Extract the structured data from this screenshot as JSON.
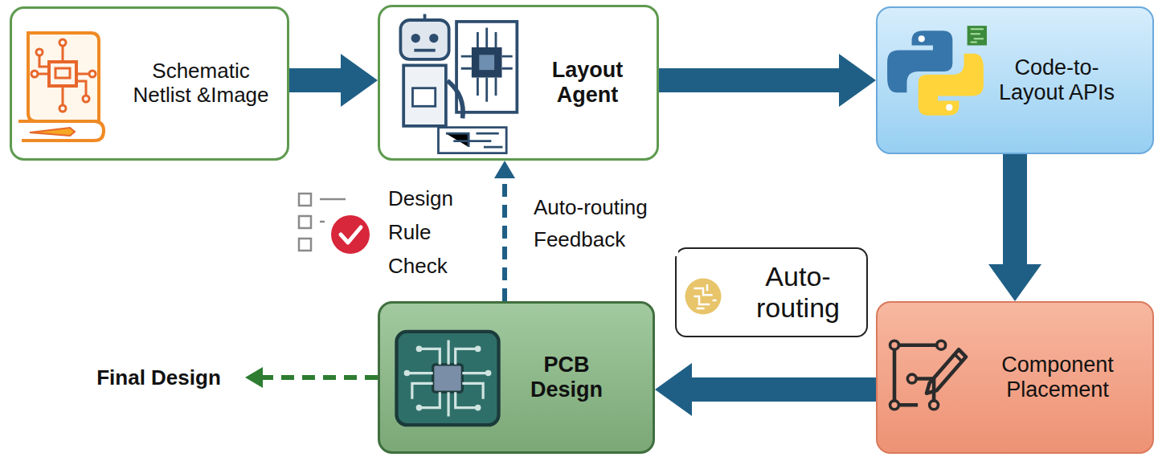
{
  "diagram": {
    "nodes": [
      {
        "text": [
          "Schematic Netlist &Image"
        ]
      },
      {
        "text": [
          "Layout Agent"
        ]
      },
      {
        "text": [
          "Code-to-Layout APIs"
        ]
      },
      {
        "text": [
          "Component Placement"
        ]
      },
      {
        "text": [
          "PCB Design"
        ]
      },
      {
        "text": [
          "Auto-routing"
        ]
      },
      {
        "text": [
          "Final Design"
        ]
      }
    ],
    "edges": [
      {
        "from": 0,
        "to": 1,
        "arrow": "to"
      },
      {
        "from": 1,
        "to": 2,
        "arrow": "to"
      },
      {
        "from": 2,
        "to": 3,
        "arrow": "to"
      },
      {
        "from": 3,
        "to": 4,
        "arrow": "to"
      },
      {
        "from": 4,
        "to": 1,
        "label": "Auto-routing Feedback",
        "arrow": "to"
      },
      {
        "from": 4,
        "to": 6,
        "arrow": "to"
      }
    ],
    "labels": [
      "Design Rule Check"
    ]
  }
}
